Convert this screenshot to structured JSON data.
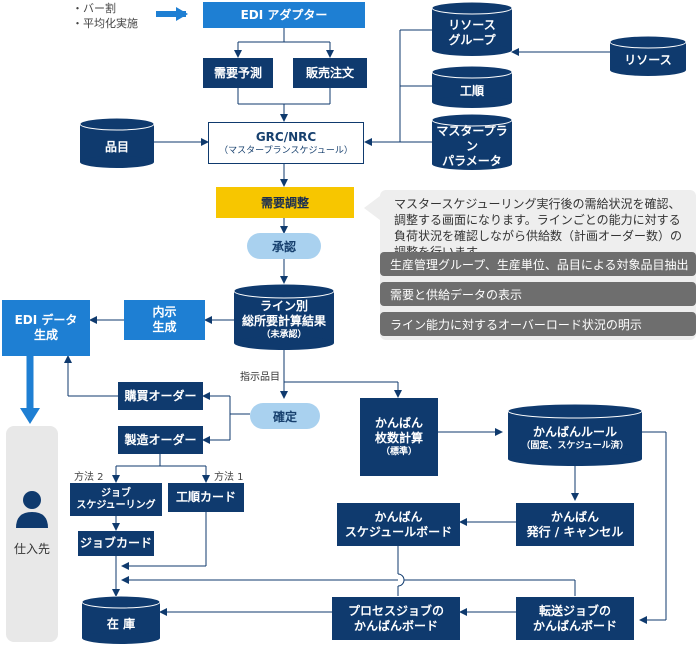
{
  "notes_topleft": [
    "・バー割",
    "・平均化実施"
  ],
  "nodes": {
    "edi_adapter": "EDI アダプター",
    "demand_forecast": "需要予測",
    "sales_order": "販売注文",
    "resource_group": "リソース\nグループ",
    "resource": "リソース",
    "routing": "工順",
    "master_plan_param": "マスタープラン\nパラメータ",
    "item": "品目",
    "grc_nrc": "GRC/NRC",
    "grc_nrc_sub": "（マスタープランスケジュール）",
    "demand_adjust": "需要調整",
    "approve": "承認",
    "line_calc": "ライン別\n総所要計算結果",
    "line_calc_sub": "（未承認）",
    "naiji": "内示\n生成",
    "edi_data": "EDI データ\n生成",
    "supplier": "仕入先",
    "instruct_item": "指示品目",
    "purchase_order": "購買オーダー",
    "confirm": "確定",
    "mfg_order": "製造オーダー",
    "method2": "方法 2",
    "method1": "方法 1",
    "job_scheduling": "ジョブ\nスケジューリング",
    "routing_card": "工順カード",
    "job_card": "ジョブカード",
    "kanban_calc": "かんばん\n枚数計算",
    "kanban_calc_sub": "（標準）",
    "kanban_rule": "かんばんルール",
    "kanban_rule_sub": "（固定、スケジュール済）",
    "kanban_schedule_board": "かんばん\nスケジュールボード",
    "kanban_issue": "かんばん\n発行 / キャンセル",
    "inventory": "在 庫",
    "process_job_board": "プロセスジョブの\nかんばんボード",
    "transfer_job_board": "転送ジョブの\nかんばんボード"
  },
  "description": "マスタースケジューリング実行後の需給状況を確認、調整する画面になります。ラインごとの能力に対する負荷状況を確認しながら供給数（計画オーダー数）の調整を行います。",
  "features": [
    "生産管理グループ、生産単位、品目による対象品目抽出",
    "需要と供給データの表示",
    "ライン能力に対するオーバーロード状況の明示"
  ],
  "colors": {
    "navy": "#0f3a6e",
    "blue": "#1e7fd3",
    "yellow": "#f7c600",
    "pill": "#a9d1ef",
    "gray": "#6e6e6e"
  },
  "icons": {
    "supplier": "person-icon"
  }
}
